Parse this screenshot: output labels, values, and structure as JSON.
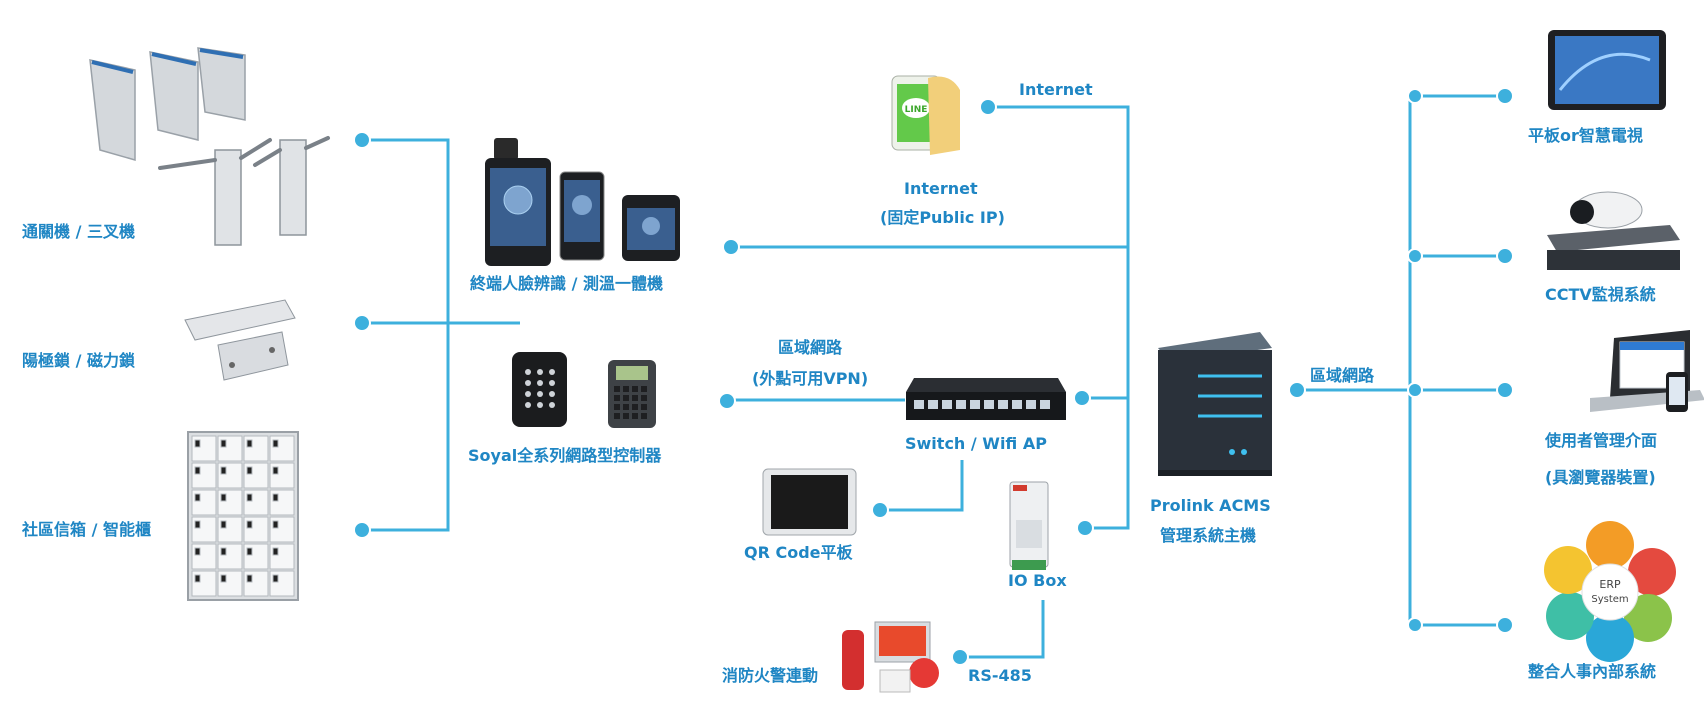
{
  "colors": {
    "line": "#3db0dd",
    "label": "#1f86c4",
    "label_alt": "#e23a2c",
    "dot": "#3db0dd"
  },
  "left_devices": {
    "gate": "通關機 / 三叉機",
    "lock": "陽極鎖 / 磁力鎖",
    "mailbox": "社區信箱 / 智能櫃"
  },
  "middle": {
    "face_terminal": "終端人臉辨識 / 測溫一體機",
    "soyal": "Soyal全系列網路型控制器",
    "internet_phone": "Internet",
    "internet_fixed_line1": "Internet",
    "internet_fixed_line2": "(固定Public IP)",
    "lan_line1": "區域網路",
    "lan_line2": "(外點可用VPN)",
    "switch": "Switch / Wifi AP",
    "qr_tablet": "QR Code平板",
    "io_box": "IO Box",
    "rs485": "RS-485",
    "fire": "消防火警連動"
  },
  "server": {
    "line1": "Prolink ACMS",
    "line2": "管理系統主機",
    "lan": "區域網路"
  },
  "right_devices": {
    "tablet_tv": "平板or智慧電視",
    "cctv": "CCTV監視系統",
    "user_ui_line1": "使用者管理介面",
    "user_ui_line2": "(具瀏覽器裝置)",
    "hr": "整合人事內部系統"
  },
  "icons": {
    "gate": "turnstile-gate-icon",
    "lock": "electric-lock-icon",
    "mailbox": "smart-locker-icon",
    "face": "face-recognition-terminal-icon",
    "soyal": "access-controller-icon",
    "phone": "line-phone-icon",
    "switch": "network-switch-icon",
    "tablet": "tablet-icon",
    "iobox": "io-box-icon",
    "fire": "fire-alarm-icon",
    "server": "server-icon",
    "tv": "smart-tv-icon",
    "cctv": "cctv-camera-icon",
    "laptop": "laptop-icon",
    "erp": "erp-cycle-icon"
  },
  "erp_center_line1": "ERP",
  "erp_center_line2": "System",
  "line_phone_text": "LINE"
}
